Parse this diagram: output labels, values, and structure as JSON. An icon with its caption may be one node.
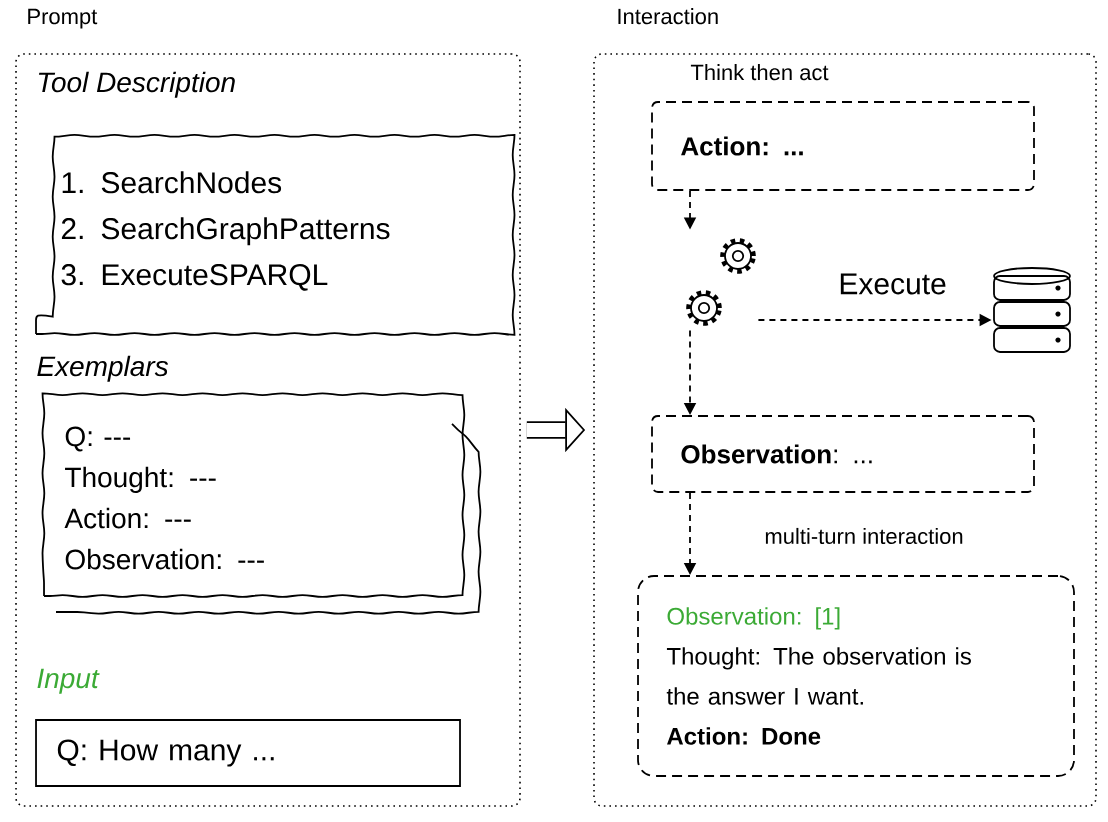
{
  "diagram": {
    "nodes": [
      {
        "text": [
          "Prompt"
        ]
      },
      {
        "text": [
          "Tool Description",
          "1. SearchNodes",
          "2. SearchGraphPatterns",
          "3. ExecuteSPARQL"
        ],
        "in": 0
      },
      {
        "text": [
          "Exemplars",
          "Q: ---",
          "Thought: ---",
          "Action: ---",
          "Observation: ---"
        ],
        "in": 0
      },
      {
        "text": [
          "Input",
          "Q: How many ..."
        ],
        "in": 0
      },
      {
        "text": [
          "Interaction"
        ]
      },
      {
        "text": [
          "Think then act",
          "Action: ..."
        ],
        "in": 4
      },
      {
        "text": [],
        "shape": "gears",
        "in": 4
      },
      {
        "text": [],
        "shape": "cylinder",
        "in": 4
      },
      {
        "text": [
          "**Observation**: ..."
        ],
        "in": 4
      },
      {
        "text": [
          "Observation: [1]",
          "Thought: The observation is the answer I want.",
          "Action: Done"
        ],
        "in": 4
      }
    ],
    "edges": [
      {
        "from": 0,
        "to": 4,
        "arrow": "to",
        "style": "thick"
      },
      {
        "from": 5,
        "to": 6,
        "arrow": "to",
        "style": "dashed"
      },
      {
        "from": 6,
        "to": 7,
        "arrow": "to",
        "style": "dashed",
        "label": "Execute"
      },
      {
        "from": 6,
        "to": 8,
        "arrow": "to",
        "style": "dashed"
      },
      {
        "from": 8,
        "to": 9,
        "arrow": "to",
        "style": "dashed",
        "label": "multi-turn interaction"
      }
    ]
  }
}
